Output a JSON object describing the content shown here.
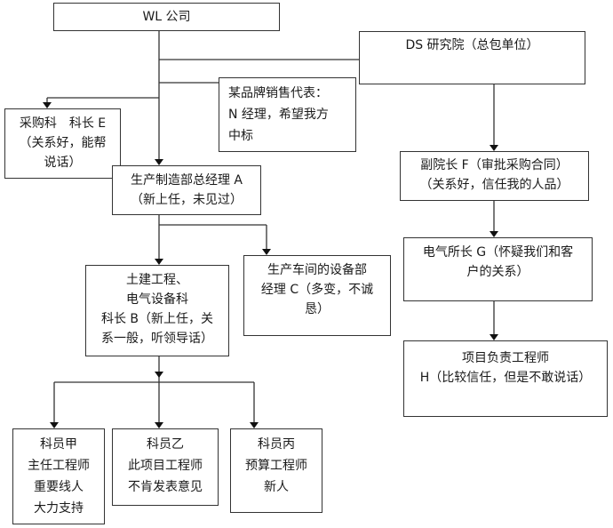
{
  "diagram": {
    "type": "org-chart / relationship diagram",
    "nodes": {
      "wl": {
        "lines": [
          "WL 公司"
        ]
      },
      "ds": {
        "lines": [
          "DS 研究院（总包单位）"
        ]
      },
      "rep": {
        "lines": [
          "某品牌销售代表：",
          "N 经理，希望我方",
          "中标"
        ]
      },
      "e": {
        "lines": [
          "采购科　科长 E",
          "（关系好，能帮",
          "说话）"
        ]
      },
      "a": {
        "lines": [
          "生产制造部总经理 A",
          "（新上任，未见过）"
        ]
      },
      "f": {
        "lines": [
          "副院长 F（审批采购合同）",
          "（关系好，信任我的人品）"
        ]
      },
      "g": {
        "lines": [
          "电气所长 G（怀疑我们和客",
          "户的关系）"
        ]
      },
      "b": {
        "lines": [
          "土建工程、",
          "电气设备科",
          "科长 B（新上任，关",
          "系一般，听领导话）"
        ]
      },
      "c": {
        "lines": [
          "生产车间的设备部",
          "经理 C（多变，不诚",
          "恳）"
        ]
      },
      "h": {
        "lines": [
          "项目负责工程师",
          "H（比较信任，但是不敢说话）"
        ]
      },
      "jia": {
        "lines": [
          "科员甲",
          "主任工程师",
          "重要线人",
          "大力支持"
        ]
      },
      "yi": {
        "lines": [
          "科员乙",
          "此项目工程师",
          "不肯发表意见"
        ]
      },
      "bing": {
        "lines": [
          "科员丙",
          "预算工程师",
          "新人"
        ]
      }
    },
    "edges": [
      {
        "from": "wl",
        "to": "ds",
        "arrow": false
      },
      {
        "from": "wl",
        "to": "rep",
        "arrow": false
      },
      {
        "from": "wl",
        "to": "e",
        "arrow": true
      },
      {
        "from": "wl",
        "to": "a",
        "arrow": true
      },
      {
        "from": "ds",
        "to": "f",
        "arrow": true
      },
      {
        "from": "f",
        "to": "g",
        "arrow": true
      },
      {
        "from": "g",
        "to": "h",
        "arrow": true
      },
      {
        "from": "a",
        "to": "b",
        "arrow": true
      },
      {
        "from": "a",
        "to": "c",
        "arrow": true
      },
      {
        "from": "b",
        "to": "jia",
        "arrow": true
      },
      {
        "from": "b",
        "to": "yi",
        "arrow": true
      },
      {
        "from": "b",
        "to": "bing",
        "arrow": true
      }
    ]
  }
}
